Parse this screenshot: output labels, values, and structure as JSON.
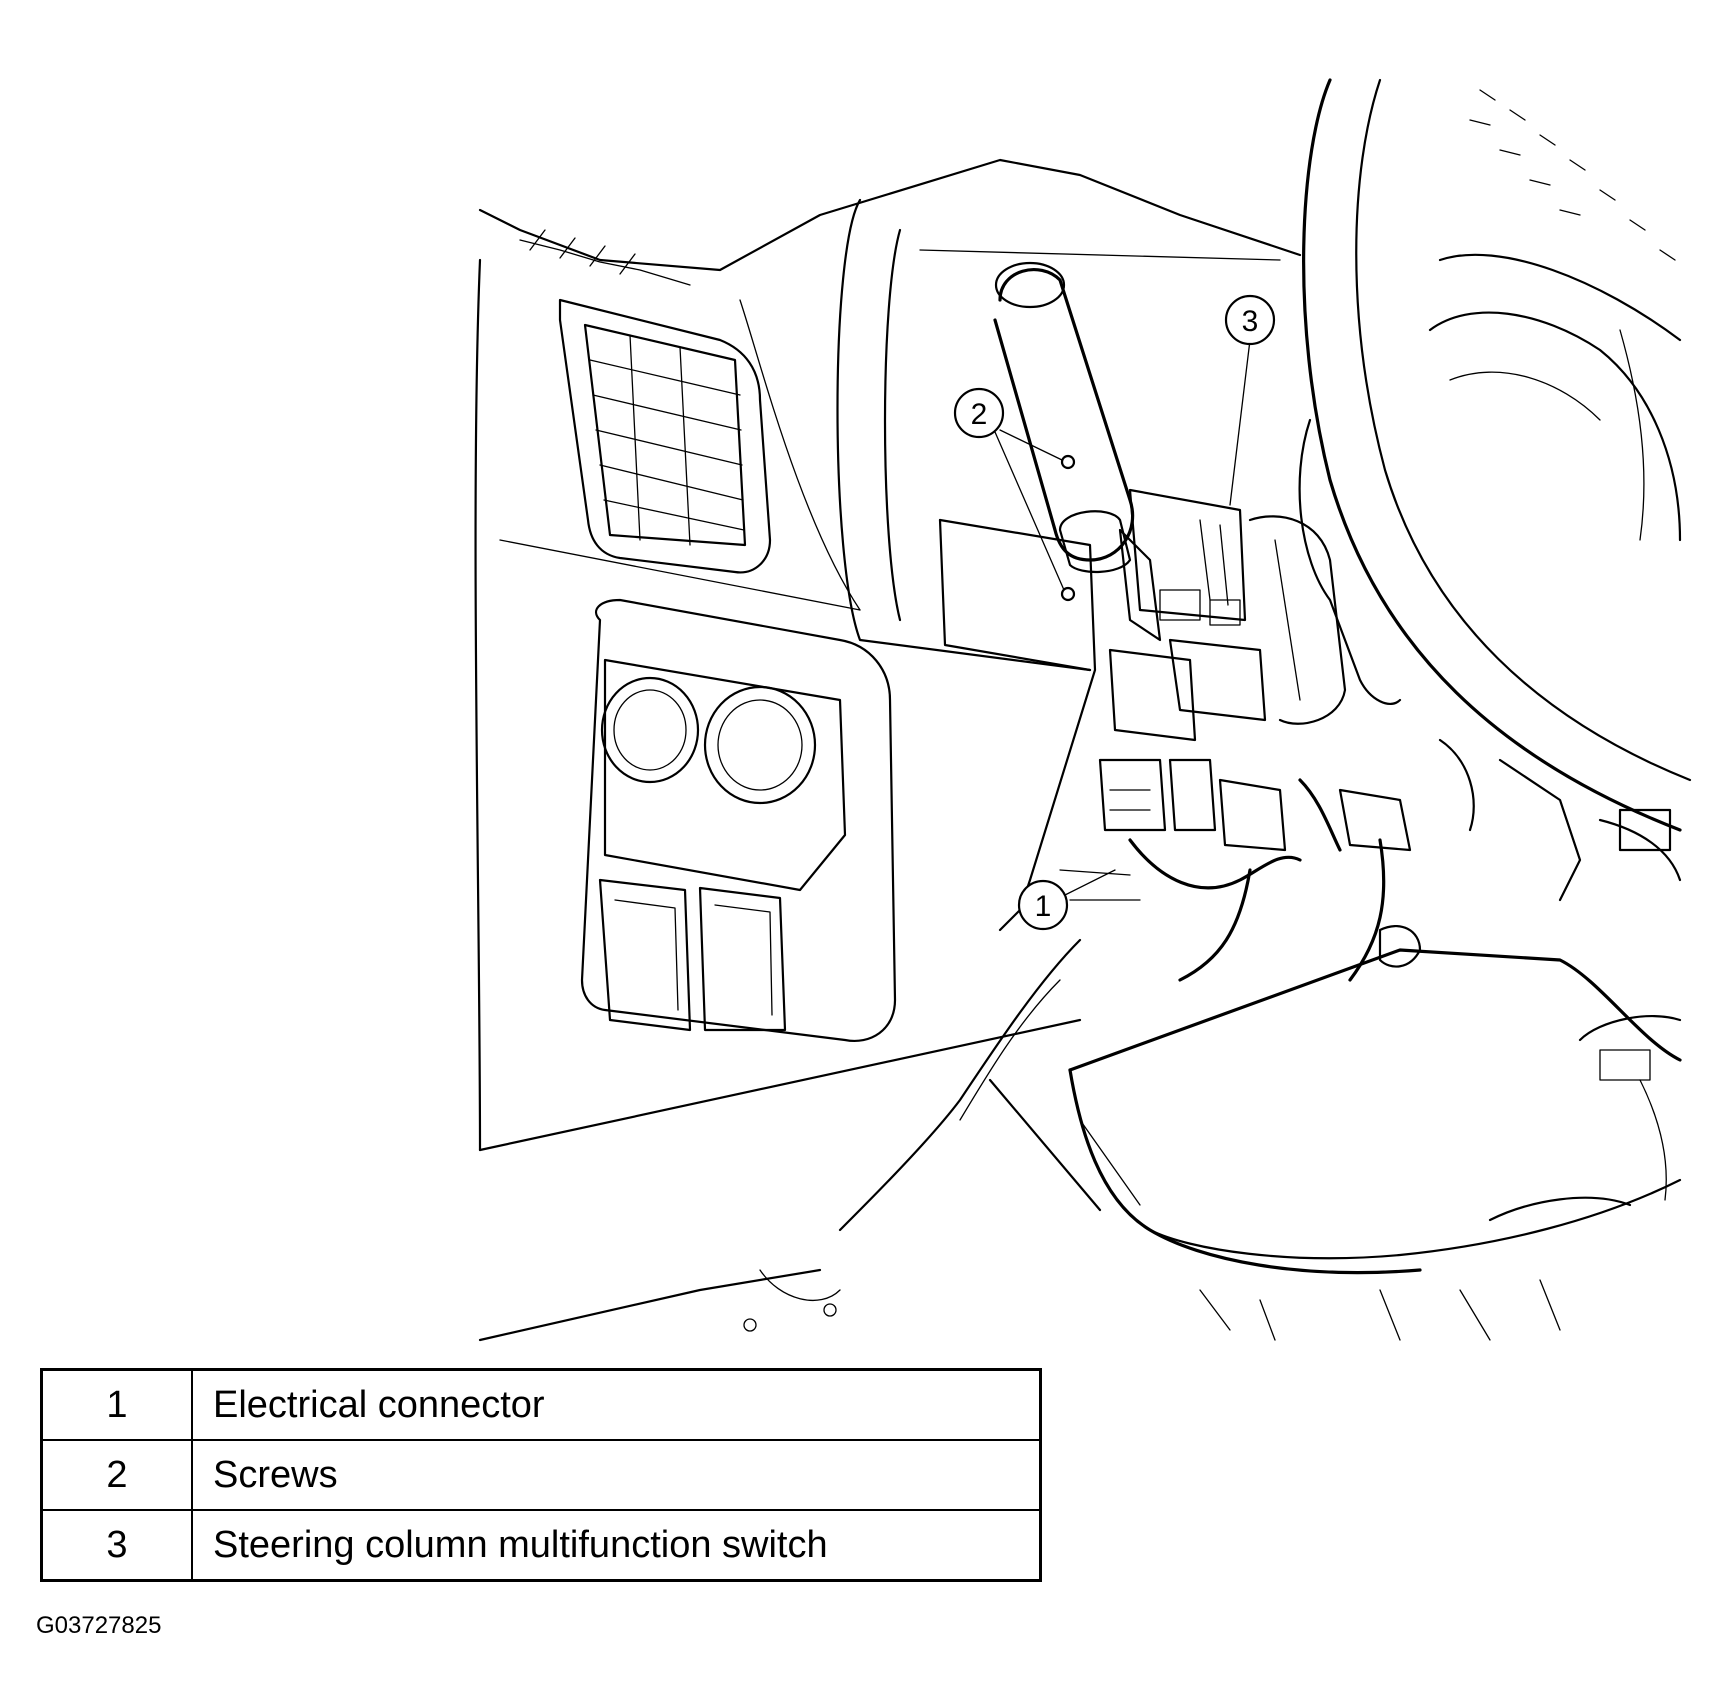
{
  "callouts": [
    "1",
    "2",
    "3"
  ],
  "legend": [
    {
      "number": "1",
      "description": "Electrical connector"
    },
    {
      "number": "2",
      "description": "Screws"
    },
    {
      "number": "3",
      "description": "Steering column multifunction switch"
    }
  ],
  "figure_id": "G03727825"
}
